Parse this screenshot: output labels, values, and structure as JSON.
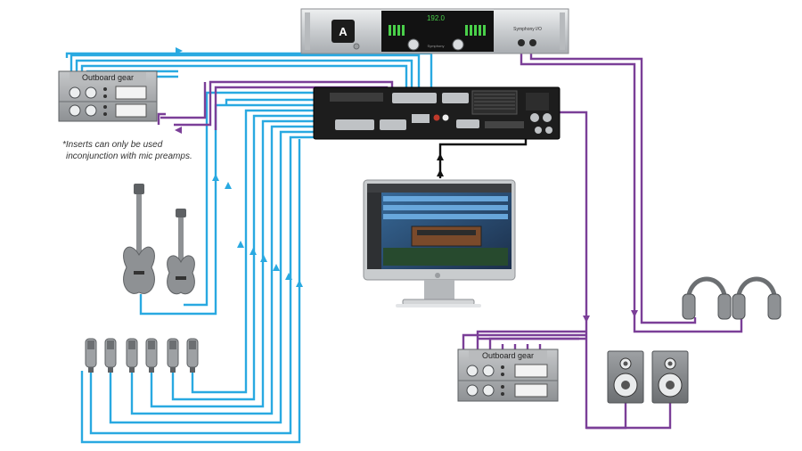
{
  "colors": {
    "blue_cable": "#29a9e1",
    "purple_cable": "#7b3f98",
    "black_cable": "#111111",
    "rack_silver": "#d4d6d8",
    "gear_gray": "#a7a9ab",
    "interface_black": "#1d1d1d",
    "display_green": "#4ad04a"
  },
  "symphony": {
    "logo_letter": "A",
    "display_value": "192.0",
    "model_label": "Symphony I/O",
    "small_label": "Symphony"
  },
  "outboard_left": {
    "label": "Outboard gear"
  },
  "outboard_right": {
    "label": "Outboard gear"
  },
  "note": {
    "line1": "*Inserts can only be used",
    "line2": "inconjunction with mic preamps."
  },
  "microphones_count": 6,
  "guitars": [
    "bass-guitar",
    "electric-guitar"
  ],
  "headphones_count": 2,
  "monitors_count": 2,
  "icons": [
    "apple-logo-icon",
    "monitor-icon",
    "headphones-icon",
    "speaker-icon",
    "microphone-icon",
    "guitar-icon",
    "arrow-icon"
  ]
}
